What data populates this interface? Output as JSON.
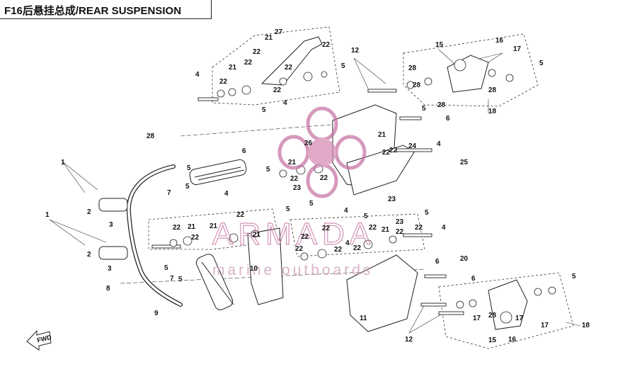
{
  "header": {
    "title": "F16后悬挂总成/REAR SUSPENSION"
  },
  "watermark": {
    "brand": "ARMADA",
    "tagline": "marine outboards",
    "color": "#c46fa0"
  },
  "fwd_label": "FWD",
  "callouts": [
    "1",
    "1",
    "2",
    "2",
    "3",
    "3",
    "4",
    "4",
    "4",
    "4",
    "4",
    "4",
    "4",
    "5",
    "5",
    "5",
    "5",
    "5",
    "5",
    "5",
    "5",
    "5",
    "5",
    "5",
    "5",
    "5",
    "5",
    "6",
    "6",
    "6",
    "6",
    "7",
    "7",
    "8",
    "9",
    "10",
    "11",
    "12",
    "12",
    "15",
    "15",
    "16",
    "16",
    "17",
    "17",
    "17",
    "17",
    "18",
    "18",
    "20",
    "21",
    "21",
    "21",
    "21",
    "21",
    "21",
    "21",
    "21",
    "22",
    "22",
    "22",
    "22",
    "22",
    "22",
    "22",
    "22",
    "22",
    "22",
    "22",
    "22",
    "22",
    "22",
    "22",
    "22",
    "22",
    "22",
    "22",
    "22",
    "22",
    "23",
    "23",
    "23",
    "24",
    "25",
    "26",
    "27",
    "28",
    "28",
    "28",
    "28",
    "28",
    "28"
  ]
}
